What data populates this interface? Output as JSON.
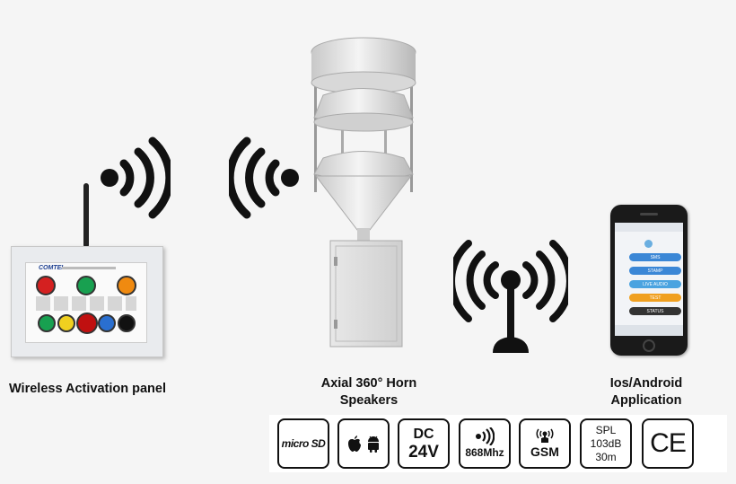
{
  "labels": {
    "panel": "Wireless Activation panel",
    "speakers_line1": "Axial 360° Horn",
    "speakers_line2": "Speakers",
    "app_line1": "Ios/Android",
    "app_line2": "Application"
  },
  "panel_brand": "COMTEL",
  "badges": {
    "microsd": "micro SD",
    "dc_top": "DC",
    "dc_bottom": "24V",
    "freq": "868Mhz",
    "gsm": "GSM",
    "spl_line1": "SPL",
    "spl_line2": "103dB",
    "spl_line3": "30m",
    "ce": "CE"
  },
  "phone_buttons": [
    {
      "label": "SMS",
      "color": "#3b87d6"
    },
    {
      "label": "STAMP",
      "color": "#3b87d6"
    },
    {
      "label": "LIVE AUDIO",
      "color": "#4aa3e0"
    },
    {
      "label": "TEST",
      "color": "#f0a020"
    },
    {
      "label": "STATUS",
      "color": "#333333"
    }
  ],
  "colors": {
    "panel_lights_top": [
      "#d42020",
      "#18a050",
      "#f08a10"
    ],
    "panel_lights_bottom": [
      "#18a050",
      "#f0d020",
      "#c01010",
      "#2a6fd0",
      "#111111"
    ]
  }
}
